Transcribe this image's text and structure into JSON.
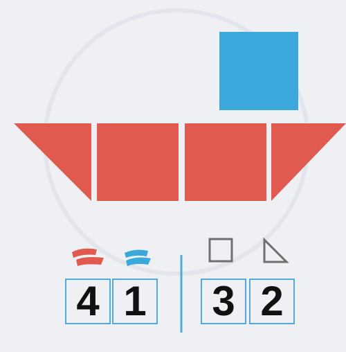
{
  "colors": {
    "background": "#eef0f4",
    "red": "#e05a4f",
    "blue": "#3ba8dc",
    "box_border": "#54a9d8",
    "divider": "#54a9d8",
    "outline_gray": "#6f6f6f",
    "digit": "#111111"
  },
  "legend": [
    {
      "kind": "color-swatch",
      "icon": "red-swatch-icon",
      "color": "#e05a4f"
    },
    {
      "kind": "color-swatch",
      "icon": "blue-swatch-icon",
      "color": "#3ba8dc"
    },
    {
      "kind": "shape",
      "icon": "square-outline-icon"
    },
    {
      "kind": "shape",
      "icon": "triangle-outline-icon"
    }
  ],
  "counts": {
    "red": "4",
    "blue": "1",
    "squares": "3",
    "triangles": "2"
  }
}
